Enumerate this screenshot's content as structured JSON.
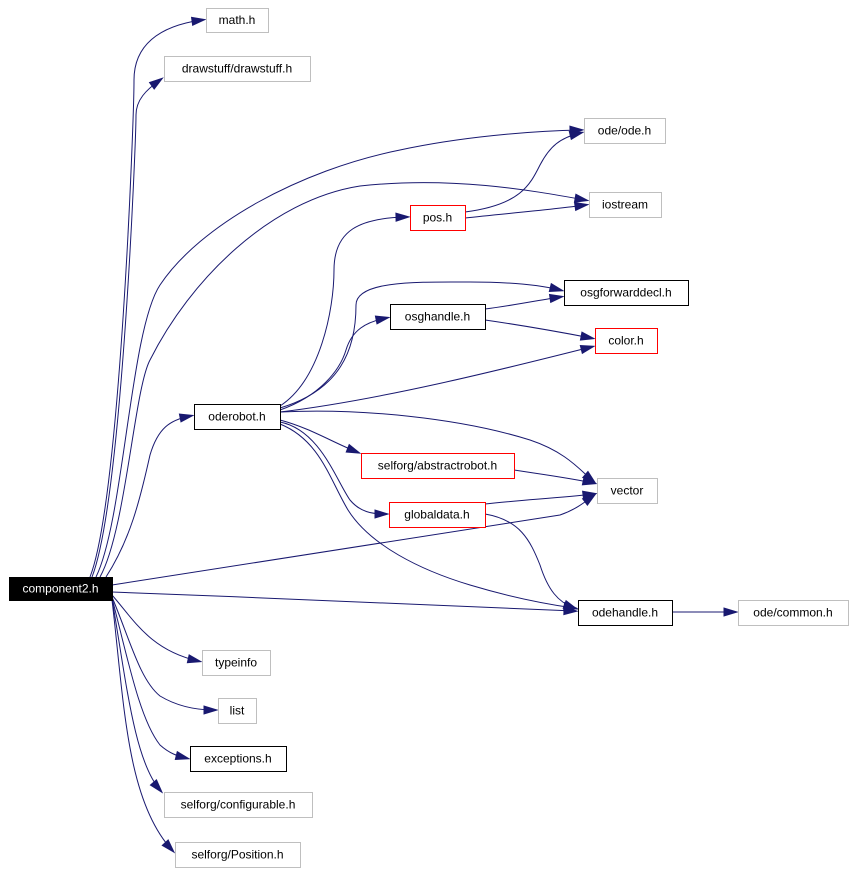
{
  "colors": {
    "edge": "#191970",
    "root_fill": "#000000",
    "root_text": "#ffffff",
    "documented_border": "#000000",
    "undocumented_border": "#bfbfbf",
    "truncated_border": "#ff0000",
    "text": "#000000"
  },
  "nodes": [
    {
      "id": "component2",
      "label": "component2.h",
      "style": "root"
    },
    {
      "id": "math",
      "label": "math.h",
      "style": "external"
    },
    {
      "id": "drawstuff",
      "label": "drawstuff/drawstuff.h",
      "style": "external"
    },
    {
      "id": "ode_ode",
      "label": "ode/ode.h",
      "style": "external"
    },
    {
      "id": "iostream",
      "label": "iostream",
      "style": "external"
    },
    {
      "id": "pos",
      "label": "pos.h",
      "style": "truncated"
    },
    {
      "id": "osgforwarddecl",
      "label": "osgforwarddecl.h",
      "style": "documented"
    },
    {
      "id": "osghandle",
      "label": "osghandle.h",
      "style": "documented"
    },
    {
      "id": "color",
      "label": "color.h",
      "style": "truncated"
    },
    {
      "id": "oderobot",
      "label": "oderobot.h",
      "style": "documented"
    },
    {
      "id": "abstractrobot",
      "label": "selforg/abstractrobot.h",
      "style": "truncated"
    },
    {
      "id": "vector",
      "label": "vector",
      "style": "external"
    },
    {
      "id": "globaldata",
      "label": "globaldata.h",
      "style": "truncated"
    },
    {
      "id": "odehandle",
      "label": "odehandle.h",
      "style": "documented"
    },
    {
      "id": "ode_common",
      "label": "ode/common.h",
      "style": "external"
    },
    {
      "id": "typeinfo",
      "label": "typeinfo",
      "style": "external"
    },
    {
      "id": "list",
      "label": "list",
      "style": "external"
    },
    {
      "id": "exceptions",
      "label": "exceptions.h",
      "style": "documented"
    },
    {
      "id": "configurable",
      "label": "selforg/configurable.h",
      "style": "external"
    },
    {
      "id": "position",
      "label": "selforg/Position.h",
      "style": "external"
    }
  ],
  "edges": [
    {
      "from": "component2",
      "to": "math"
    },
    {
      "from": "component2",
      "to": "drawstuff"
    },
    {
      "from": "component2",
      "to": "ode_ode"
    },
    {
      "from": "component2",
      "to": "iostream"
    },
    {
      "from": "component2",
      "to": "oderobot"
    },
    {
      "from": "component2",
      "to": "vector"
    },
    {
      "from": "component2",
      "to": "odehandle"
    },
    {
      "from": "component2",
      "to": "typeinfo"
    },
    {
      "from": "component2",
      "to": "list"
    },
    {
      "from": "component2",
      "to": "exceptions"
    },
    {
      "from": "component2",
      "to": "configurable"
    },
    {
      "from": "component2",
      "to": "position"
    },
    {
      "from": "oderobot",
      "to": "pos"
    },
    {
      "from": "oderobot",
      "to": "osgforwarddecl"
    },
    {
      "from": "oderobot",
      "to": "osghandle"
    },
    {
      "from": "oderobot",
      "to": "color"
    },
    {
      "from": "oderobot",
      "to": "abstractrobot"
    },
    {
      "from": "oderobot",
      "to": "vector"
    },
    {
      "from": "oderobot",
      "to": "globaldata"
    },
    {
      "from": "oderobot",
      "to": "odehandle"
    },
    {
      "from": "pos",
      "to": "ode_ode"
    },
    {
      "from": "pos",
      "to": "iostream"
    },
    {
      "from": "osghandle",
      "to": "osgforwarddecl"
    },
    {
      "from": "osghandle",
      "to": "color"
    },
    {
      "from": "abstractrobot",
      "to": "vector"
    },
    {
      "from": "globaldata",
      "to": "vector"
    },
    {
      "from": "globaldata",
      "to": "odehandle"
    },
    {
      "from": "odehandle",
      "to": "ode_common"
    }
  ]
}
